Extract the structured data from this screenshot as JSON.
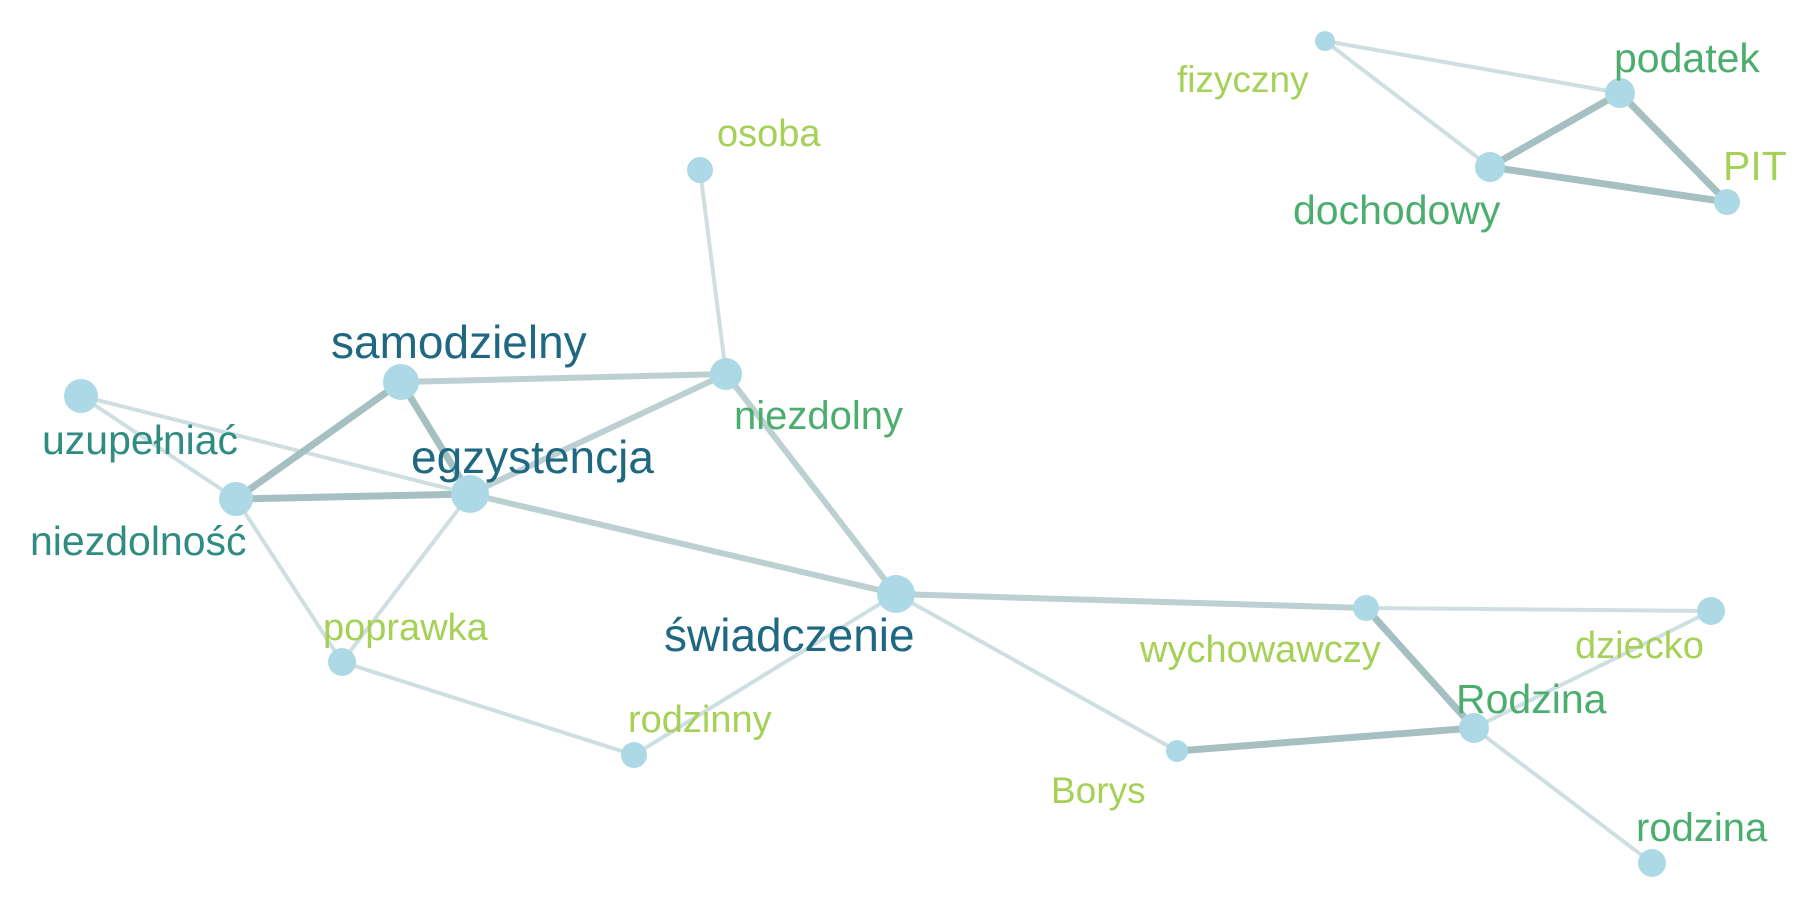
{
  "colors": {
    "node_fill": "#add8e6",
    "edge_light": "#cfdfe1",
    "edge_mid": "#bccfd1",
    "edge_strong": "#a6c0c2",
    "label_dark_blue": "#1f6882",
    "label_teal": "#2f8c80",
    "label_green": "#4cae6e",
    "label_lime": "#a5d157",
    "background": "#ffffff"
  },
  "diagram": {
    "type": "word-cooccurrence-network",
    "nodes": [
      {
        "id": "uzupelniac",
        "label": "uzupełniać",
        "weight": 3,
        "color": "label_teal"
      },
      {
        "id": "niezdolnosc",
        "label": "niezdolność",
        "weight": 3,
        "color": "label_teal"
      },
      {
        "id": "samodzielny",
        "label": "samodzielny",
        "weight": 3,
        "color": "label_dark_blue"
      },
      {
        "id": "egzystencja",
        "label": "egzystencja",
        "weight": 3,
        "color": "label_dark_blue"
      },
      {
        "id": "niezdolny",
        "label": "niezdolny",
        "weight": 2.5,
        "color": "label_green"
      },
      {
        "id": "osoba",
        "label": "osoba",
        "weight": 2,
        "color": "label_lime"
      },
      {
        "id": "swiadczenie",
        "label": "świadczenie",
        "weight": 3,
        "color": "label_dark_blue"
      },
      {
        "id": "poprawka",
        "label": "poprawka",
        "weight": 2,
        "color": "label_lime"
      },
      {
        "id": "rodzinny",
        "label": "rodzinny",
        "weight": 2,
        "color": "label_lime"
      },
      {
        "id": "wychowawczy",
        "label": "wychowawczy",
        "weight": 2,
        "color": "label_lime"
      },
      {
        "id": "dziecko",
        "label": "dziecko",
        "weight": 2,
        "color": "label_lime"
      },
      {
        "id": "Rodzina",
        "label": "Rodzina",
        "weight": 2.5,
        "color": "label_green"
      },
      {
        "id": "Borys",
        "label": "Borys",
        "weight": 1.5,
        "color": "label_lime"
      },
      {
        "id": "rodzina",
        "label": "rodzina",
        "weight": 2,
        "color": "label_green"
      },
      {
        "id": "fizyczny",
        "label": "fizyczny",
        "weight": 1.5,
        "color": "label_lime"
      },
      {
        "id": "podatek",
        "label": "podatek",
        "weight": 2.5,
        "color": "label_green"
      },
      {
        "id": "dochodowy",
        "label": "dochodowy",
        "weight": 2.5,
        "color": "label_green"
      },
      {
        "id": "PIT",
        "label": "PIT",
        "weight": 2,
        "color": "label_lime"
      }
    ],
    "edges": [
      {
        "source": "uzupelniac",
        "target": "niezdolnosc",
        "strength": 1
      },
      {
        "source": "uzupelniac",
        "target": "egzystencja",
        "strength": 1
      },
      {
        "source": "niezdolnosc",
        "target": "samodzielny",
        "strength": 3
      },
      {
        "source": "niezdolnosc",
        "target": "egzystencja",
        "strength": 3
      },
      {
        "source": "niezdolnosc",
        "target": "poprawka",
        "strength": 1
      },
      {
        "source": "samodzielny",
        "target": "egzystencja",
        "strength": 3
      },
      {
        "source": "samodzielny",
        "target": "niezdolny",
        "strength": 2
      },
      {
        "source": "egzystencja",
        "target": "niezdolny",
        "strength": 2
      },
      {
        "source": "egzystencja",
        "target": "poprawka",
        "strength": 1
      },
      {
        "source": "egzystencja",
        "target": "swiadczenie",
        "strength": 2
      },
      {
        "source": "osoba",
        "target": "niezdolny",
        "strength": 1
      },
      {
        "source": "niezdolny",
        "target": "swiadczenie",
        "strength": 2
      },
      {
        "source": "poprawka",
        "target": "rodzinny",
        "strength": 1
      },
      {
        "source": "rodzinny",
        "target": "swiadczenie",
        "strength": 1
      },
      {
        "source": "swiadczenie",
        "target": "wychowawczy",
        "strength": 2
      },
      {
        "source": "swiadczenie",
        "target": "Borys",
        "strength": 1
      },
      {
        "source": "wychowawczy",
        "target": "dziecko",
        "strength": 1
      },
      {
        "source": "wychowawczy",
        "target": "Rodzina",
        "strength": 3
      },
      {
        "source": "dziecko",
        "target": "Rodzina",
        "strength": 1
      },
      {
        "source": "Borys",
        "target": "Rodzina",
        "strength": 3
      },
      {
        "source": "Rodzina",
        "target": "rodzina",
        "strength": 1
      },
      {
        "source": "fizyczny",
        "target": "podatek",
        "strength": 1
      },
      {
        "source": "fizyczny",
        "target": "dochodowy",
        "strength": 1
      },
      {
        "source": "podatek",
        "target": "dochodowy",
        "strength": 3
      },
      {
        "source": "podatek",
        "target": "PIT",
        "strength": 3
      },
      {
        "source": "dochodowy",
        "target": "PIT",
        "strength": 3
      }
    ]
  }
}
